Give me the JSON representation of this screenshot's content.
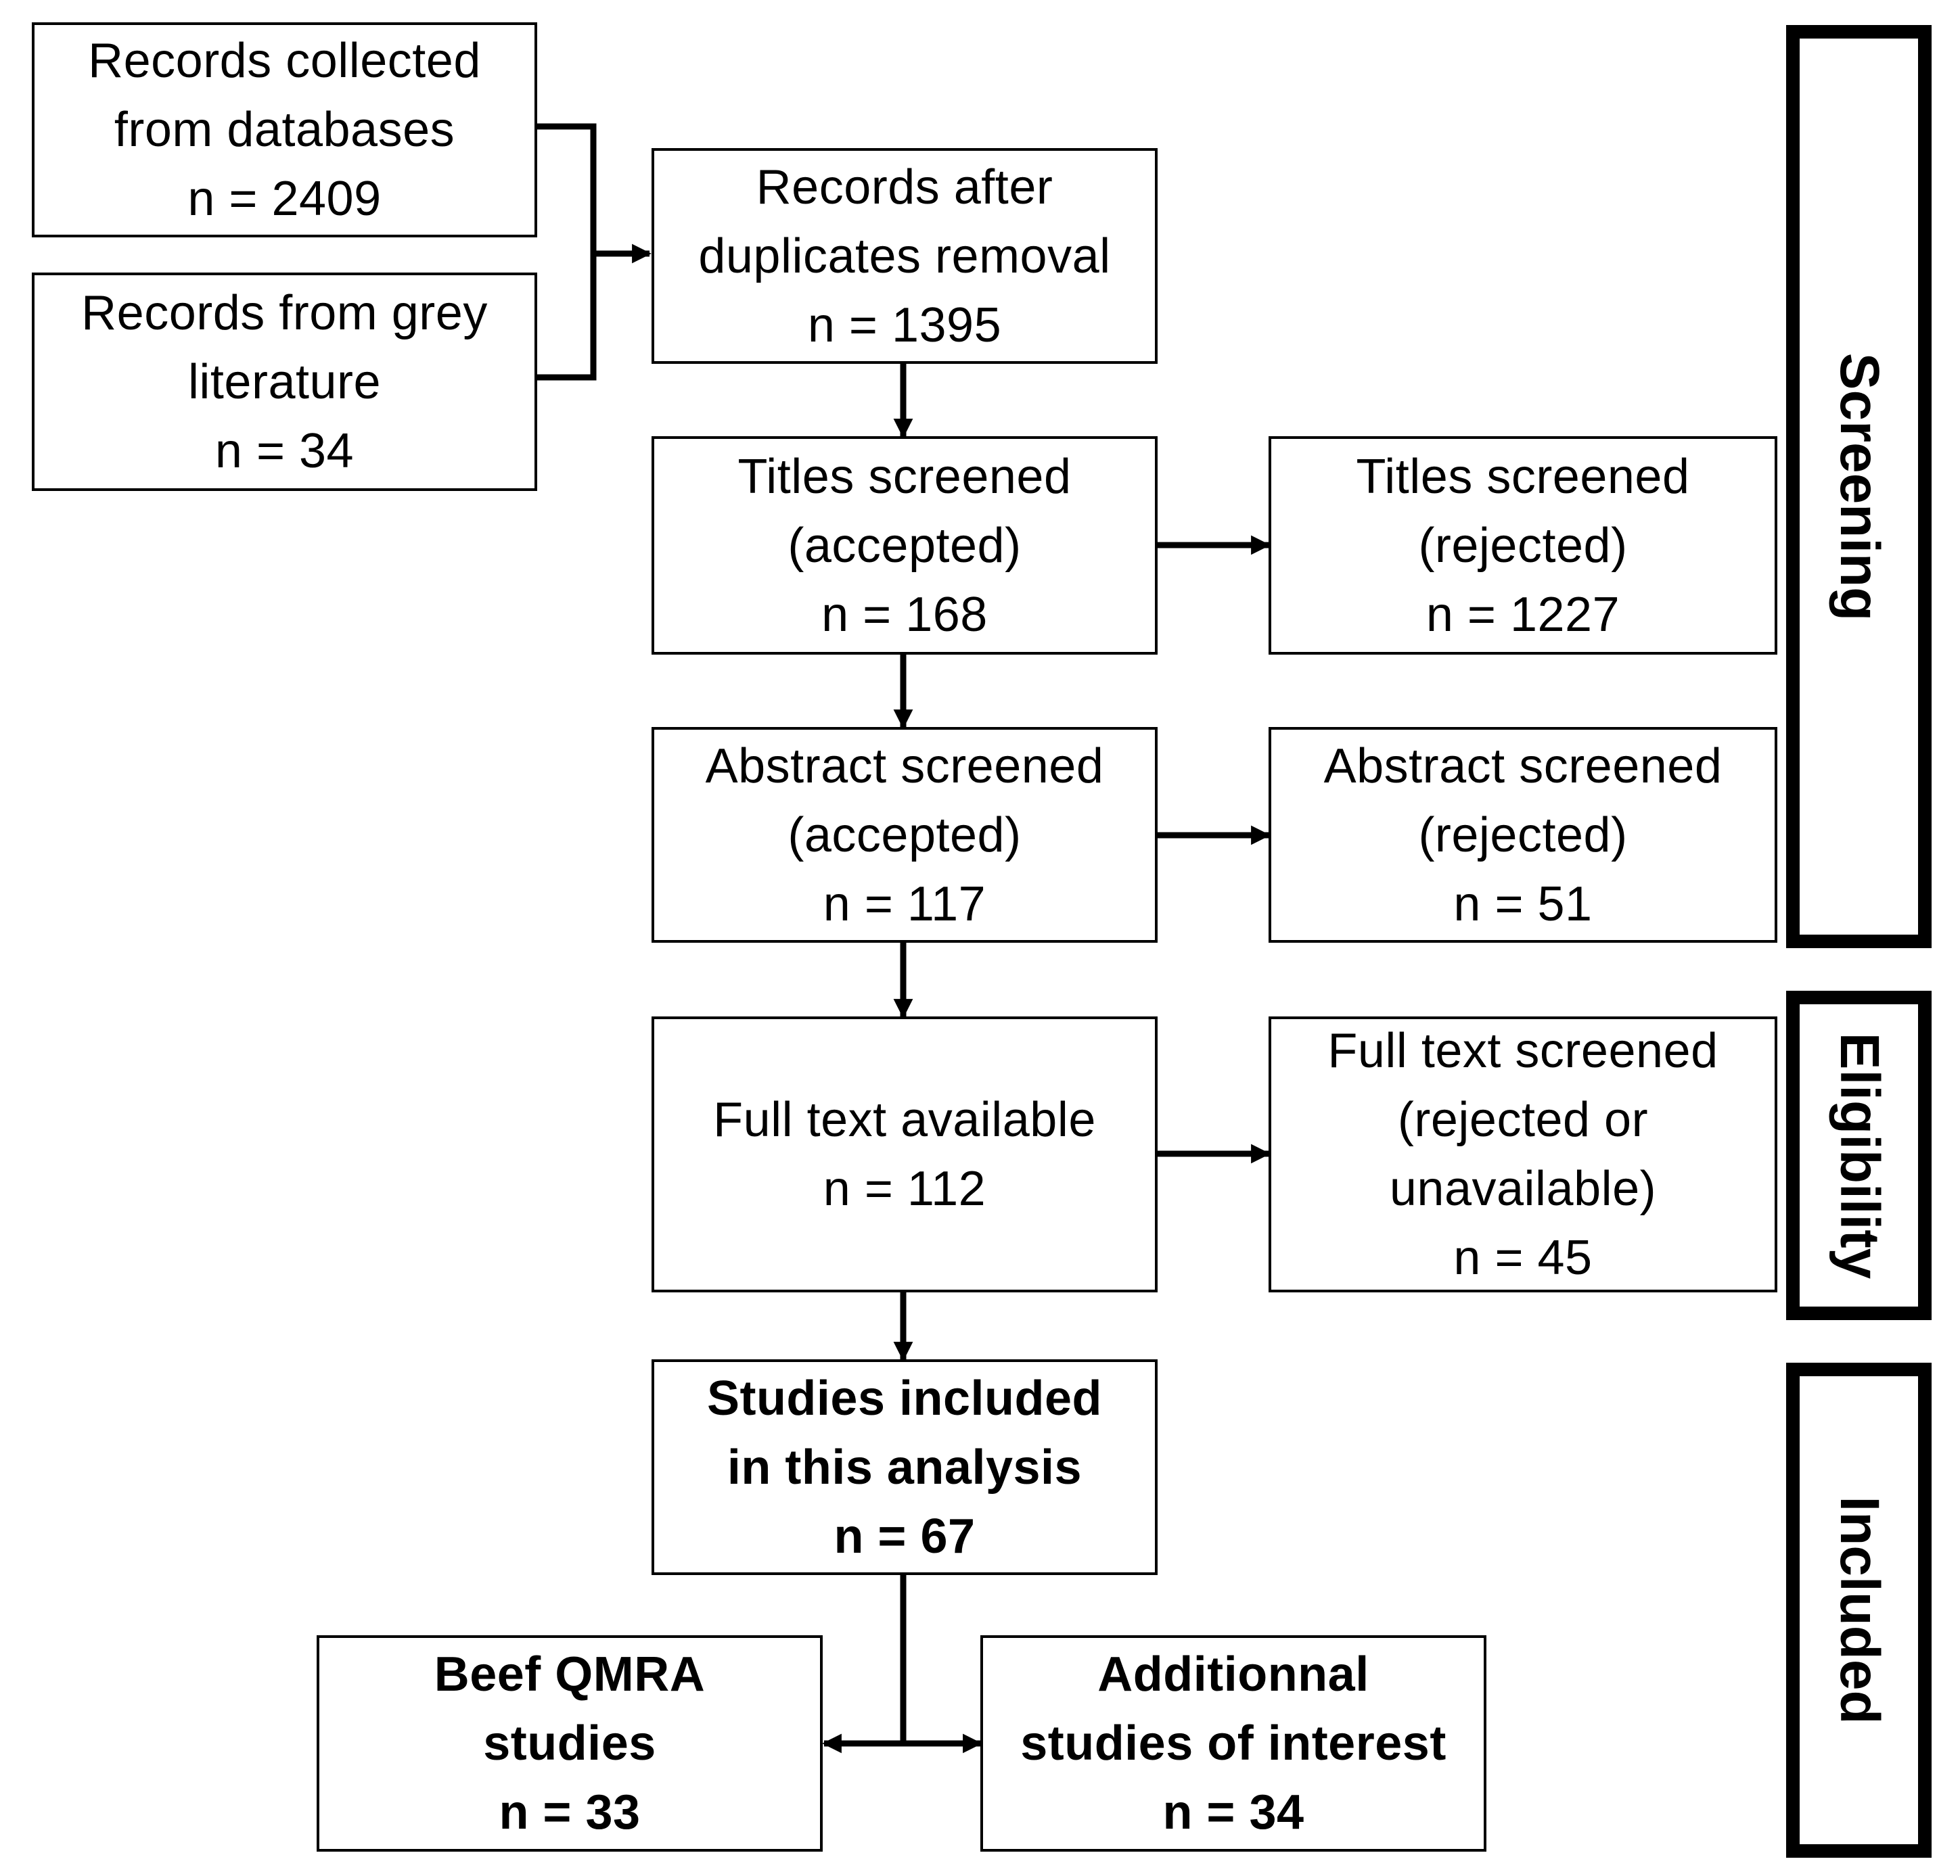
{
  "boxes": {
    "databases": {
      "lines": [
        "Records collected",
        "from databases",
        "n = 2409"
      ]
    },
    "grey": {
      "lines": [
        "Records from grey",
        "literature",
        "n = 34"
      ]
    },
    "dedup": {
      "lines": [
        "Records after",
        "duplicates removal",
        "n = 1395"
      ]
    },
    "titles_accepted": {
      "lines": [
        "Titles screened",
        "(accepted)",
        "n = 168"
      ]
    },
    "titles_rejected": {
      "lines": [
        "Titles screened",
        "(rejected)",
        "n = 1227"
      ]
    },
    "abstract_accepted": {
      "lines": [
        "Abstract screened",
        "(accepted)",
        "n = 117"
      ]
    },
    "abstract_rejected": {
      "lines": [
        "Abstract screened",
        "(rejected)",
        "n = 51"
      ]
    },
    "fulltext_available": {
      "lines": [
        "Full text available",
        "n = 112"
      ]
    },
    "fulltext_rejected": {
      "lines": [
        "Full text screened",
        "(rejected or",
        "unavailable)",
        "n = 45"
      ]
    },
    "included": {
      "lines": [
        "Studies included",
        "in this analysis",
        "n = 67"
      ]
    },
    "beef": {
      "lines": [
        "Beef QMRA",
        "studies",
        "n = 33"
      ]
    },
    "additional": {
      "lines": [
        "Additionnal",
        "studies of interest",
        "n = 34"
      ]
    }
  },
  "stages": {
    "screening": "Screening",
    "eligibility": "Eligibility",
    "included": "Included"
  }
}
